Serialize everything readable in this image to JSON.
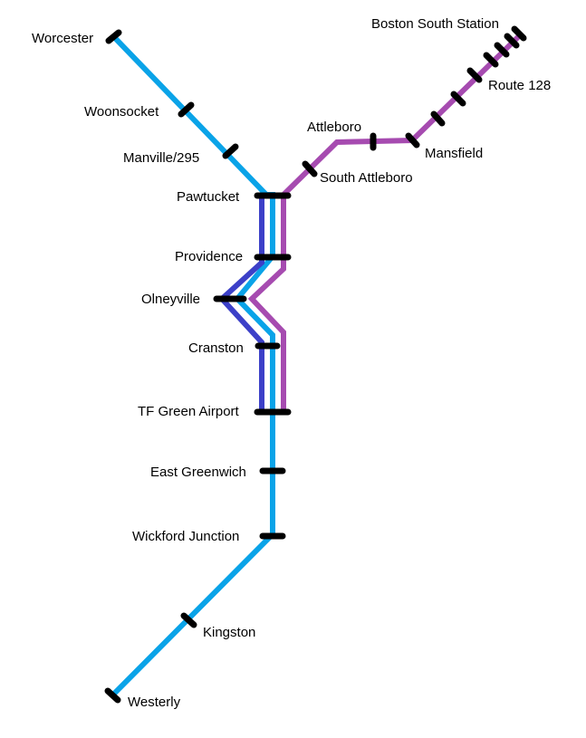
{
  "colors": {
    "light_blue": "#0aa3e8",
    "dark_blue": "#3c40c8",
    "purple": "#a64bb0",
    "station_marker": "#000000",
    "background": "#ffffff"
  },
  "lines": {
    "light_blue": "light-blue line",
    "dark_blue": "dark-blue line",
    "purple": "purple line"
  },
  "stations": {
    "worcester": "Worcester",
    "woonsocket": "Woonsocket",
    "manville": "Manville/295",
    "pawtucket": "Pawtucket",
    "providence": "Providence",
    "olneyville": "Olneyville",
    "cranston": "Cranston",
    "tf_green": "TF Green Airport",
    "east_greenwich": "East Greenwich",
    "wickford": "Wickford Junction",
    "kingston": "Kingston",
    "westerly": "Westerly",
    "attleboro": "Attleboro",
    "south_attleboro": "South Attleboro",
    "mansfield": "Mansfield",
    "route128": "Route 128",
    "boston_south": "Boston South Station"
  }
}
